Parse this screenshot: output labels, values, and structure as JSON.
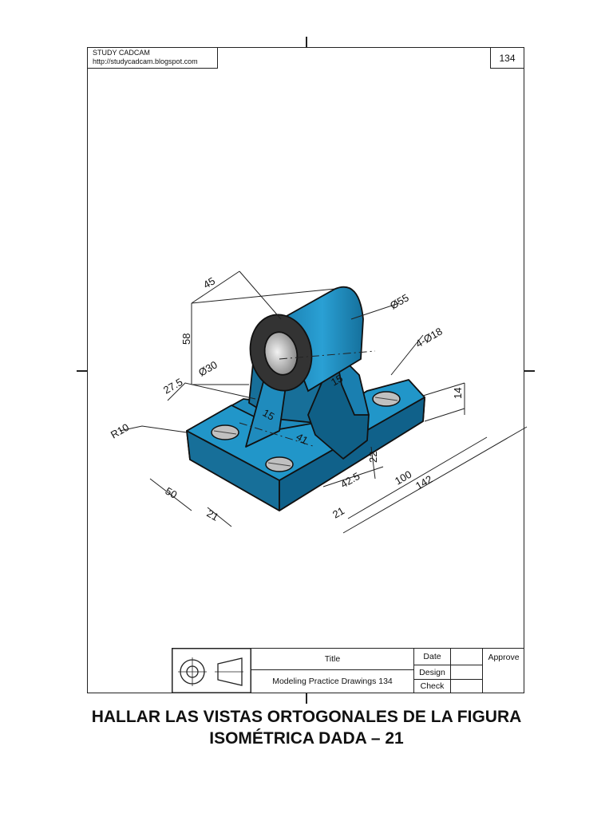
{
  "header": {
    "company": "STUDY CADCAM",
    "url": "http://studycadcam.blogspot.com",
    "sheet_number": "134"
  },
  "drawing": {
    "dims": {
      "d45": "45",
      "d58": "58",
      "dia30": "Ø30",
      "d27_5": "27.5",
      "r10": "R10",
      "dia55": "Ø55",
      "holes": "4-Ø18",
      "d15a": "15",
      "d15b": "15",
      "d41": "41",
      "d14": "14",
      "d22": "22",
      "d42_5": "42.5",
      "d100": "100",
      "d142": "142",
      "d50": "50",
      "d21a": "21",
      "d21b": "21"
    },
    "colors": {
      "body": "#1f8bbd",
      "dark": "#0f5f86",
      "hole": "#c8c8c8"
    }
  },
  "title_block": {
    "title_label": "Title",
    "title_value": "Modeling Practice Drawings 134",
    "date_label": "Date",
    "design_label": "Design",
    "check_label": "Check",
    "approve_label": "Approve"
  },
  "caption": {
    "line1": "HALLAR LAS VISTAS ORTOGONALES DE LA FIGURA",
    "line2": "ISOMÉTRICA DADA – 21"
  }
}
